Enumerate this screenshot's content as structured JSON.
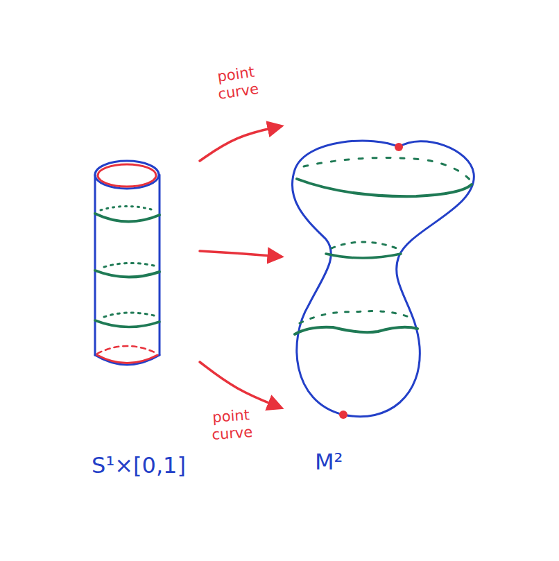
{
  "diagram": {
    "nodes": [
      {
        "text": [
          "S¹×[0,1]"
        ]
      },
      {
        "text": [
          "M²"
        ]
      }
    ],
    "edges": [
      {
        "from": 0,
        "to": 1,
        "arrow": "to",
        "label": "point curve"
      },
      {
        "from": 0,
        "to": 1,
        "arrow": "to"
      },
      {
        "from": 0,
        "to": 1,
        "arrow": "to",
        "label": "point curve"
      }
    ]
  }
}
